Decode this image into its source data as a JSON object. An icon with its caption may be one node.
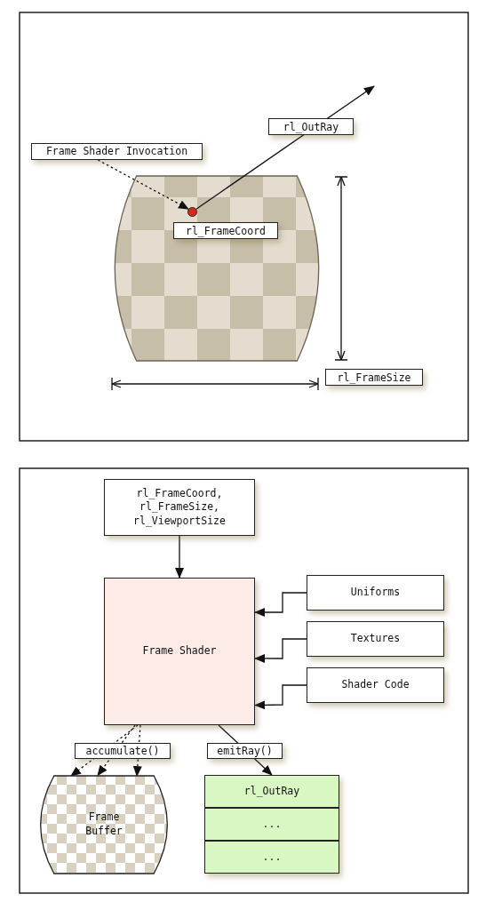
{
  "diagram": {
    "nodes": [
      {
        "text": [
          "Frame Shader Invocation"
        ]
      },
      {
        "text": [],
        "shape": "circle"
      },
      {
        "text": [
          "rl_FrameCoord, rl_FrameSize, rl_ViewportSize"
        ]
      },
      {
        "text": [
          "Frame Shader"
        ]
      },
      {
        "text": [
          "Uniforms"
        ]
      },
      {
        "text": [
          "Textures"
        ]
      },
      {
        "text": [
          "Shader Code"
        ]
      },
      {
        "text": [
          "Frame Buffer"
        ]
      },
      {
        "text": [
          "rl_OutRay"
        ]
      },
      {
        "text": [
          "..."
        ]
      },
      {
        "text": [
          "..."
        ]
      }
    ],
    "edges": [
      {
        "from": 0,
        "to": 1,
        "arrow": "to",
        "style": "dashed"
      },
      {
        "from": 1,
        "to": null,
        "arrow": "to",
        "label": "rl_OutRay"
      },
      {
        "from": 2,
        "to": 3,
        "arrow": "to"
      },
      {
        "from": 4,
        "to": 3,
        "arrow": "to"
      },
      {
        "from": 5,
        "to": 3,
        "arrow": "to"
      },
      {
        "from": 6,
        "to": 3,
        "arrow": "to"
      },
      {
        "from": 3,
        "to": 7,
        "arrow": "to",
        "style": "dashed",
        "label": "accumulate()"
      },
      {
        "from": 3,
        "to": 7,
        "arrow": "to",
        "style": "dashed"
      },
      {
        "from": 3,
        "to": 7,
        "arrow": "to",
        "style": "dashed"
      },
      {
        "from": 3,
        "to": 8,
        "arrow": "to",
        "label": "emitRay()"
      }
    ],
    "labels": [
      "rl_FrameCoord",
      "rl_FrameSize"
    ]
  }
}
